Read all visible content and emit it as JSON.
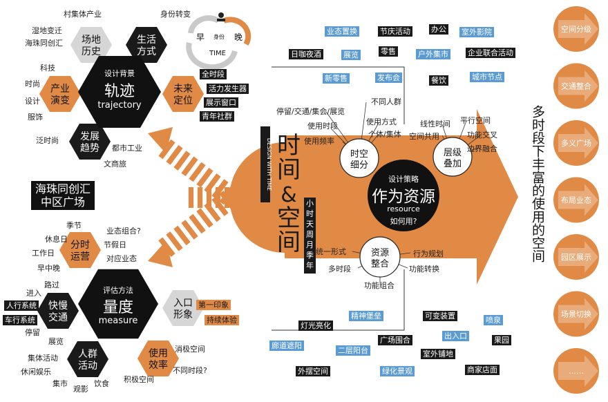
{
  "site_name": "海珠同创汇中区广场",
  "center": {
    "title": "时间&空间",
    "subtitle": "DESIGN WITH TIME",
    "scales": "小时天周月季年"
  },
  "strategy": {
    "pre": "设计策略",
    "title": "作为资源",
    "en": "resource",
    "question": "如何用?"
  },
  "trajectory": {
    "pre": "设计背景",
    "title": "轨迹",
    "en": "trajectory"
  },
  "measure": {
    "pre": "评估方法",
    "title": "量度",
    "en": "measure"
  },
  "time_badge": {
    "morning": "早",
    "evening": "晚",
    "middle": "身份",
    "label": "TIME"
  },
  "top_hexes": [
    {
      "text": [
        "场地",
        "历史"
      ],
      "color": "gray"
    },
    {
      "text": [
        "生活",
        "方式"
      ],
      "color": "black"
    },
    {
      "text": [
        "产业",
        "演变"
      ],
      "color": "orange"
    },
    {
      "text": [
        "未来",
        "定位"
      ],
      "color": "orange"
    },
    {
      "text": [
        "发展",
        "趋势"
      ],
      "color": "black"
    }
  ],
  "bottom_hexes": [
    {
      "text": [
        "分时",
        "运营"
      ],
      "color": "orange"
    },
    {
      "text": [
        "快慢",
        "交通"
      ],
      "color": "black"
    },
    {
      "text": [
        "入口",
        "形象"
      ],
      "color": "gray"
    },
    {
      "text": [
        "人群",
        "活动"
      ],
      "color": "black"
    },
    {
      "text": [
        "使用",
        "效率"
      ],
      "color": "orange"
    }
  ],
  "top_labels": [
    "村集体产业",
    "身份转变",
    "湿地变迁",
    "海珠同创汇",
    "科技",
    "时尚",
    "设计",
    "服饰",
    "泛时尚",
    "都市工业",
    "文商旅"
  ],
  "top_black_tags": [
    "全时段",
    "活力发生器",
    "展示窗口",
    "青年社群"
  ],
  "bottom_labels": [
    "季节",
    "业态组合?",
    "休息日",
    "节假日",
    "工作日",
    "对应业态",
    "早中晚",
    "路过",
    "进入",
    "停留",
    "展览",
    "集体活动",
    "休闲娱乐",
    "集市",
    "观影",
    "饮食",
    "消极空间",
    "不同时段?"
  ],
  "bottom_black_tags": [
    "人行系统",
    "车行系统"
  ],
  "bottom_gray_tags": [
    "消极空间",
    "积极空间"
  ],
  "bottom_orange_tags": [
    "第一印象",
    "持续体验"
  ],
  "small_circles": [
    {
      "text": [
        "时空",
        "细分"
      ]
    },
    {
      "text": [
        "层级",
        "叠加"
      ]
    },
    {
      "text": [
        "资源",
        "整合"
      ]
    }
  ],
  "spoke_labels": {
    "spatial": [
      "停留/交通/集会/展览",
      "不同人群",
      "使用方式",
      "使用时段",
      "个体/集体",
      "使用频率"
    ],
    "layer": [
      "线性时间",
      "平行空间",
      "空间共用",
      "功能交叉",
      "边界融合"
    ],
    "integrate": [
      "统一形式",
      "行为规划",
      "多时段",
      "功能转换",
      "功能组合"
    ]
  },
  "top_program_tags": [
    {
      "text": "业态置换",
      "color": "blue"
    },
    {
      "text": "节庆活动",
      "color": "black"
    },
    {
      "text": "办公",
      "color": "black"
    },
    {
      "text": "室外影院",
      "color": "blue"
    },
    {
      "text": "日咖夜酒",
      "color": "black"
    },
    {
      "text": "展览",
      "color": "blue"
    },
    {
      "text": "零售",
      "color": "black"
    },
    {
      "text": "户外集市",
      "color": "blue"
    },
    {
      "text": "企业联合活动",
      "color": "black"
    },
    {
      "text": "新零售",
      "color": "blue"
    },
    {
      "text": "发布会",
      "color": "blue"
    },
    {
      "text": "餐饮",
      "color": "black"
    },
    {
      "text": "城市节点",
      "color": "blue"
    }
  ],
  "bottom_program_tags": [
    {
      "text": "精神堡垒",
      "color": "blue"
    },
    {
      "text": "可变装置",
      "color": "black"
    },
    {
      "text": "喷泉",
      "color": "blue"
    },
    {
      "text": "灯光亮化",
      "color": "black"
    },
    {
      "text": "出入口",
      "color": "blue"
    },
    {
      "text": "广场围合",
      "color": "black"
    },
    {
      "text": "果园",
      "color": "black"
    },
    {
      "text": "廊道遮阳",
      "color": "blue"
    },
    {
      "text": "二层阳台",
      "color": "blue"
    },
    {
      "text": "室外铺地",
      "color": "black"
    },
    {
      "text": "外摆空间",
      "color": "black"
    },
    {
      "text": "绿化景观",
      "color": "blue"
    },
    {
      "text": "商家店面",
      "color": "black"
    }
  ],
  "conclusion": "多时段下丰富的使用的空间",
  "right_arrows": [
    "空间分级",
    "交通整合",
    "多义广场",
    "布局业态",
    "园区展示",
    "场景切换",
    "……"
  ]
}
